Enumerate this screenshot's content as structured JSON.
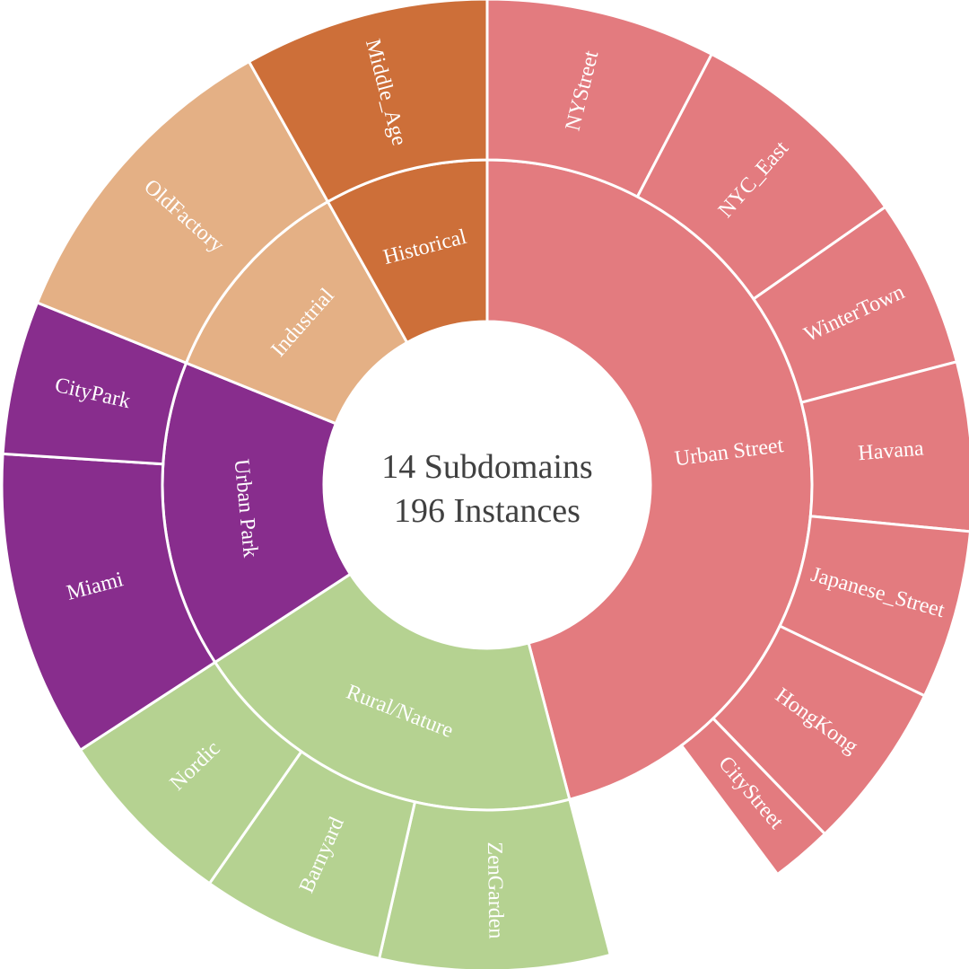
{
  "chart_data": {
    "type": "sunburst",
    "center_label": [
      "14 Subdomains",
      "196 Instances"
    ],
    "colors": {
      "Urban Street": "#e37b7f",
      "Rural/Nature": "#b5d291",
      "Urban Park": "#882d8d",
      "Industrial": "#e4b085",
      "Historical": "#cd6f39"
    },
    "domains": [
      {
        "name": "Urban Street",
        "value": 90,
        "children": [
          {
            "name": "NYStreet",
            "value": 15
          },
          {
            "name": "NYC_East",
            "value": 15
          },
          {
            "name": "WinterTown",
            "value": 11
          },
          {
            "name": "Havana",
            "value": 11
          },
          {
            "name": "Japanese_Street",
            "value": 11
          },
          {
            "name": "HongKong",
            "value": 11
          },
          {
            "name": "CityStreet",
            "value": 4
          }
        ]
      },
      {
        "name": "Rural/Nature",
        "value": 39,
        "children": [
          {
            "name": "ZenGarden",
            "value": 15
          },
          {
            "name": "Barnyard",
            "value": 12
          },
          {
            "name": "Nordic",
            "value": 12
          }
        ]
      },
      {
        "name": "Urban Park",
        "value": 30,
        "children": [
          {
            "name": "Miami",
            "value": 20
          },
          {
            "name": "CityPark",
            "value": 10
          }
        ]
      },
      {
        "name": "Industrial",
        "value": 21,
        "children": [
          {
            "name": "OldFactory",
            "value": 21
          }
        ]
      },
      {
        "name": "Historical",
        "value": 16,
        "children": [
          {
            "name": "Middle_Age",
            "value": 16
          }
        ]
      }
    ]
  }
}
